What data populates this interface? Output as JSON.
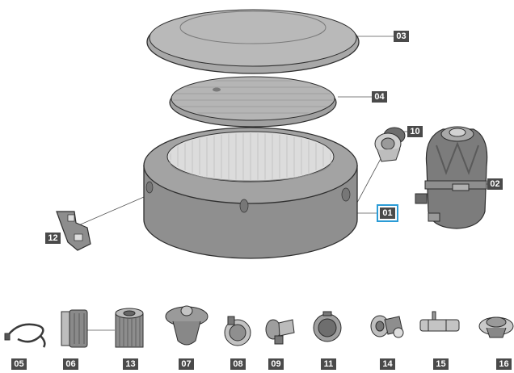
{
  "colors": {
    "label_bg": "#4a4a4a",
    "label_text": "#ffffff",
    "selection": "#2b9bd6",
    "part_fill": "#8c8c8c",
    "part_light": "#bdbdbd",
    "outline": "#2e2e2e"
  },
  "labels": {
    "spa_body": "01",
    "filter_pump": "02",
    "cover": "03",
    "inflatable_lid": "04",
    "hose": "05",
    "strainer_housing": "06",
    "filter_cartridge": "13",
    "chemical_floater": "07",
    "strainer_cap": "08",
    "air_valve": "09",
    "connector_10": "10",
    "plug_11": "11",
    "connector_14": "14",
    "hose_adapter_15": "15",
    "spa_drain_16": "16",
    "buckle_12": "12"
  },
  "selected_label": "01"
}
